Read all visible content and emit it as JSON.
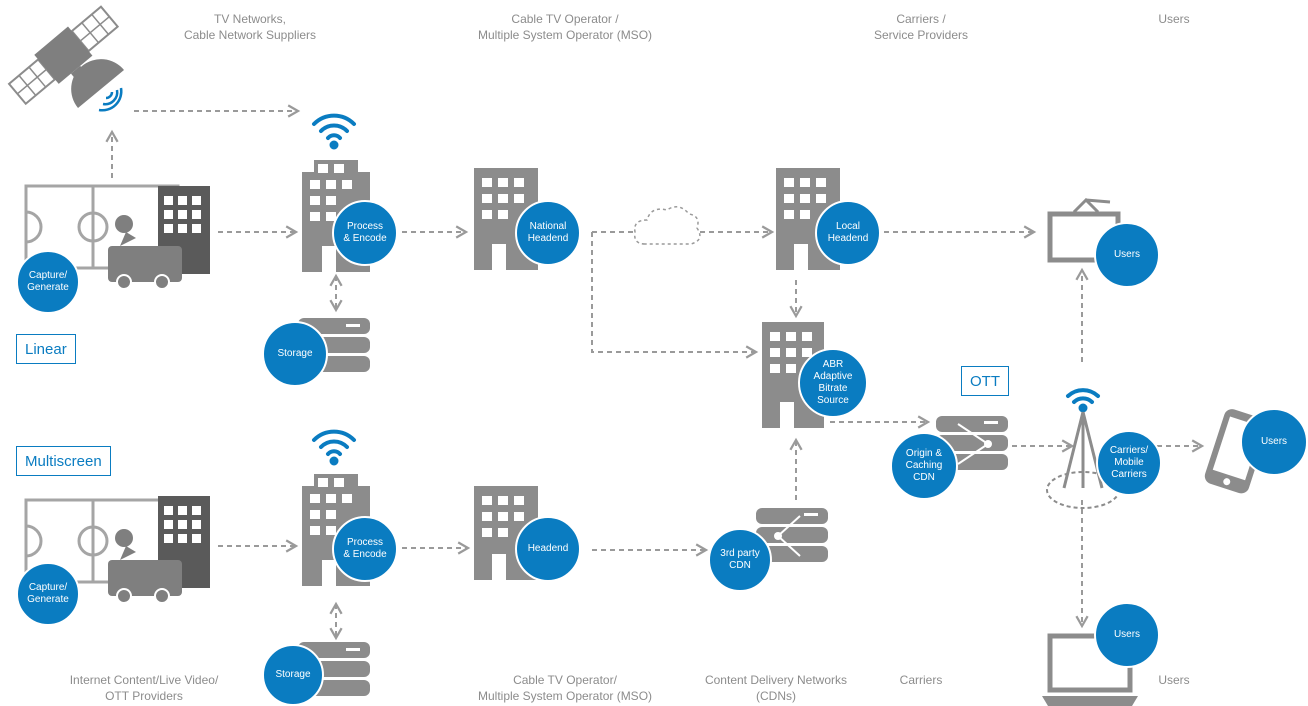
{
  "columns_top": {
    "tv_networks": "TV Networks,\nCable Network Suppliers",
    "cable_mso": "Cable TV Operator /\nMultiple System Operator (MSO)",
    "carriers": "Carriers /\nService Providers",
    "users": "Users"
  },
  "columns_bottom": {
    "internet_content": "Internet Content/Live Video/\nOTT Providers",
    "cable_mso": "Cable TV Operator/\nMultiple System Operator (MSO)",
    "cdn": "Content Delivery Networks\n(CDNs)",
    "carriers": "Carriers",
    "users": "Users"
  },
  "tags": {
    "linear": "Linear",
    "multiscreen": "Multiscreen",
    "ott": "OTT"
  },
  "nodes": {
    "capture_top": "Capture/\nGenerate",
    "process_top": "Process\n& Encode",
    "national_headend": "National\nHeadend",
    "local_headend": "Local\nHeadend",
    "users_tv": "Users",
    "storage_top": "Storage",
    "abr_source": "ABR\nAdaptive\nBitrate\nSource",
    "origin_cdn": "Origin &\nCaching\nCDN",
    "mobile_carriers": "Carriers/\nMobile\nCarriers",
    "users_phone": "Users",
    "capture_bottom": "Capture/\nGenerate",
    "process_bottom": "Process\n& Encode",
    "headend": "Headend",
    "third_party_cdn": "3rd party\nCDN",
    "users_laptop": "Users",
    "storage_bottom": "Storage"
  },
  "colors": {
    "accent": "#0a7cc1",
    "building": "#8c8c8c",
    "arrow": "#9a9a9a"
  }
}
